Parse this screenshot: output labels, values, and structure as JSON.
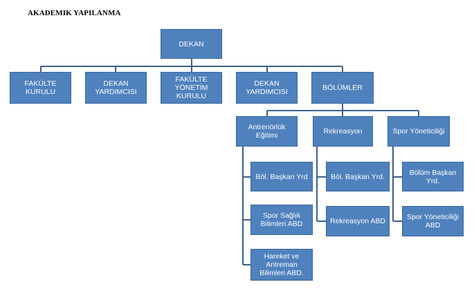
{
  "title": "AKADEMIK YAPILANMA",
  "colors": {
    "box_fill": "#4f81bd",
    "box_border": "#3a6699",
    "connector": "#3c5f8a",
    "text": "#ffffff"
  },
  "nodes": {
    "dekan": "DEKAN",
    "fakulte_kurulu": "FAKÜLTE\nKURULU",
    "dekan_yardimcisi_1": "DEKAN\nYARDIMCISI",
    "fakulte_yonetim_kurulu": "FAKÜLTE\nYÖNETİM\nKURULU",
    "dekan_yardimcisi_2": "DEKAN\nYARDIMCISI",
    "bolumler": "BÖLÜMLER",
    "antrenorluk_egitimi": "Antrenörlük\nEğitimi",
    "rekreasyon": "Rekreasyon",
    "spor_yoneticiligi": "Spor Yöneticiliği",
    "bol_baskan_yrd_1": "Böl. Başkan Yrd",
    "spor_saglik_abd": "Spor Sağlık\nBilimleri ABD",
    "hareket_antreman_abd": "Hareket ve\nAntreman\nBilimleri ABD.",
    "bol_baskan_yrd_2": "Böl. Başkan Yrd.",
    "rekreasyon_abd": "Rekreasyon ABD",
    "bolum_baskan_yrd_3": "Bölüm Başkan\nYrd.",
    "spor_yoneticiligi_abd": "Spor Yöneticiliği\nABD"
  }
}
